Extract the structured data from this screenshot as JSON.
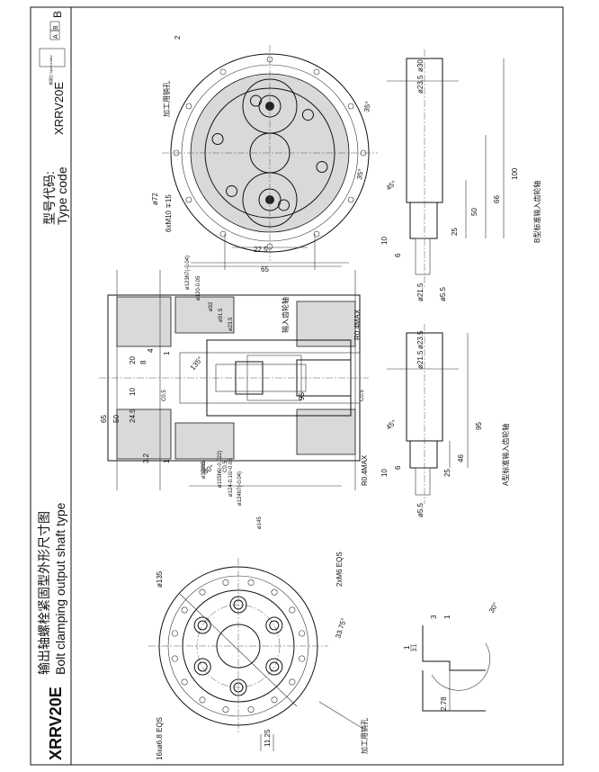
{
  "title": {
    "model": "XRRV20E",
    "cn": "输出轴螺栓紧固型外形尺寸图",
    "en": "Bolt clamping output shaft type"
  },
  "type_code": {
    "cn": "型号代码:",
    "en": "Type code",
    "value": "XRRV20E",
    "small_label": "减速比 Speed ratio",
    "options": [
      "A",
      "B"
    ]
  },
  "left_view": {
    "dims": {
      "pcd": "ø135",
      "tap": "2xM6 EQS",
      "angle": "33.75°",
      "holes": "16xø6.8 EQS",
      "pin": "加工用销孔",
      "w": "11.25"
    }
  },
  "detail": {
    "scale": "1",
    "scale_den": "3:1",
    "d1": "3",
    "d2": "1",
    "ang": "30°",
    "d3": "2.78"
  },
  "section": {
    "left_dims": [
      "65",
      "50",
      "24.5",
      "10",
      "20",
      "8",
      "4",
      "1",
      "3.2",
      "1"
    ],
    "diameters": [
      "ø145",
      "ø124h7(-0.04)",
      "ø124-0.10/-0.05",
      "ø105h6(-0.022)",
      "ø32H6",
      "ø23.5",
      "ø91.5",
      "ø92",
      "ø120-0.05",
      "ø123h7(-0.04)"
    ],
    "misc": [
      "95",
      "30°",
      "R0.4MAX",
      "R0.4MAX",
      "135°",
      "输入齿轮轴",
      "C0.5",
      "C0.5",
      "C0.5",
      "C0.5"
    ]
  },
  "right_view": {
    "dims": [
      "ø72",
      "6xM10 ∓15",
      "22.5",
      "65",
      "35°",
      "35°",
      "2",
      "加工用销孔"
    ]
  },
  "shaft_a": {
    "label": "A型标准输入齿轮轴",
    "dims": [
      "ø23.5",
      "ø21.5",
      "ø5.5",
      "45°",
      "95",
      "46",
      "25",
      "10",
      "6"
    ]
  },
  "shaft_b": {
    "label": "B型标准输入齿轮轴",
    "dims": [
      "ø30",
      "ø23.5",
      "ø21.5",
      "ø5.5",
      "45°",
      "100",
      "66",
      "50",
      "25",
      "10",
      "6"
    ]
  }
}
